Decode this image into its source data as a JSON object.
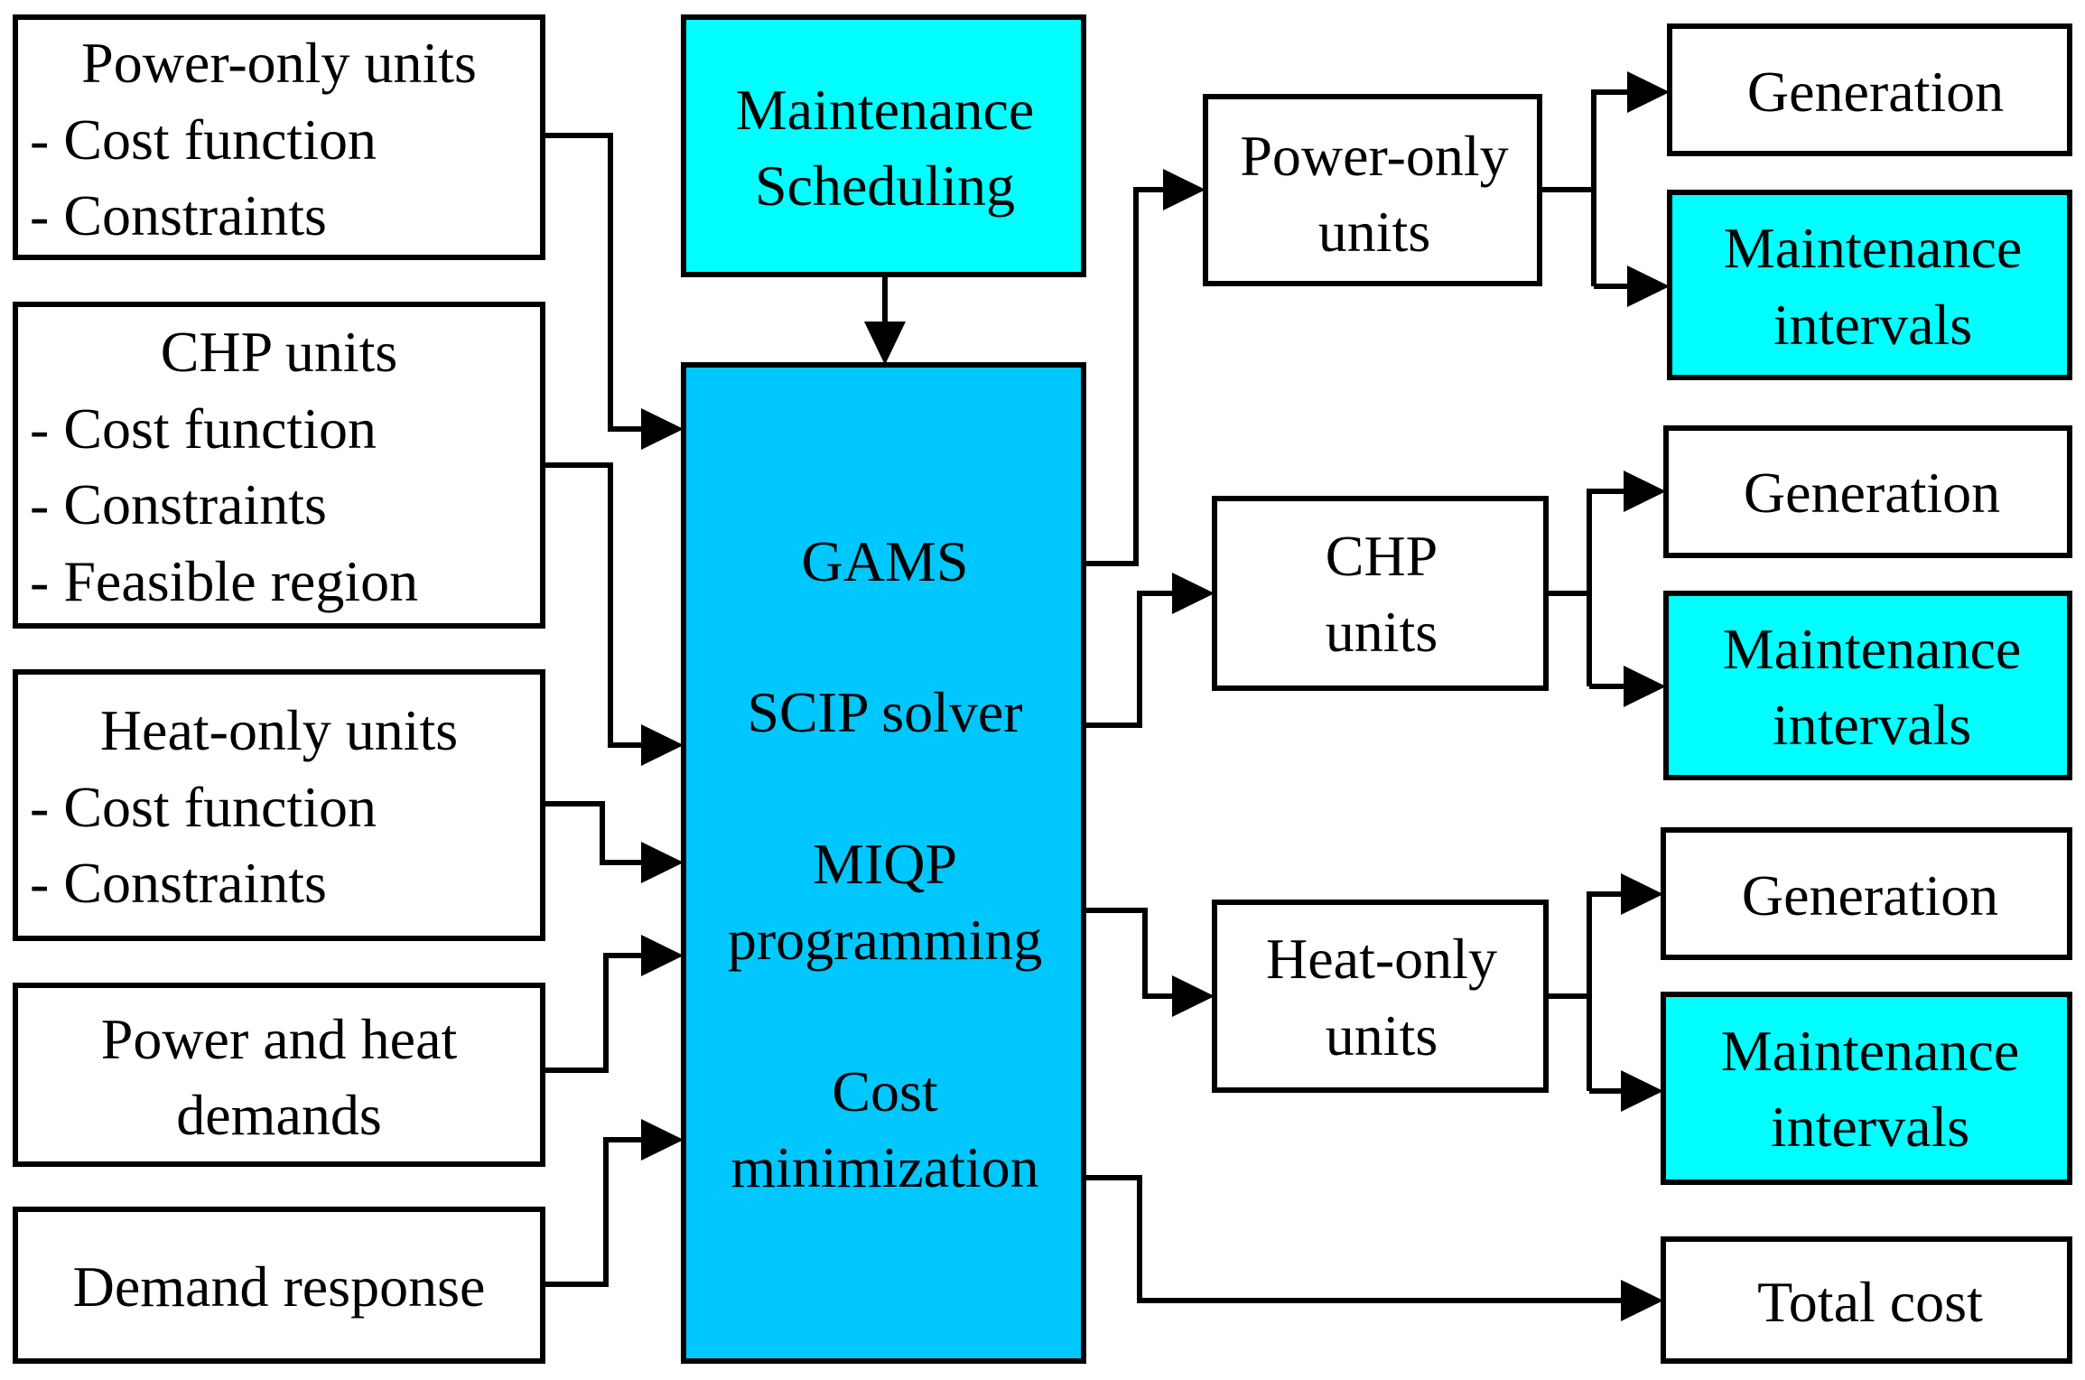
{
  "colors": {
    "outline": "#000000",
    "plain_fill": "#ffffff",
    "highlight_fill": "#00ffff",
    "core_fill": "#00c8ff"
  },
  "inputs": {
    "power_only": {
      "title": "Power-only units",
      "items": [
        "- Cost function",
        "- Constraints"
      ]
    },
    "chp": {
      "title": "CHP units",
      "items": [
        "- Cost function",
        "- Constraints",
        "- Feasible region"
      ]
    },
    "heat_only": {
      "title": "Heat-only units",
      "items": [
        "- Cost function",
        "- Constraints"
      ]
    },
    "demands": {
      "lines": [
        "Power and heat",
        "demands"
      ]
    },
    "demand_response": {
      "label": "Demand response"
    }
  },
  "scheduling": {
    "lines": [
      "Maintenance",
      "Scheduling"
    ]
  },
  "core": {
    "gams": "GAMS",
    "solver": "SCIP solver",
    "miqp": [
      "MIQP",
      "programming"
    ],
    "cost": [
      "Cost",
      "minimization"
    ]
  },
  "outputs": {
    "power_only": {
      "lines": [
        "Power-only",
        "units"
      ],
      "generation": "Generation",
      "maintenance": [
        "Maintenance",
        "intervals"
      ]
    },
    "chp": {
      "lines": [
        "CHP",
        "units"
      ],
      "generation": "Generation",
      "maintenance": [
        "Maintenance",
        "intervals"
      ]
    },
    "heat_only": {
      "lines": [
        "Heat-only",
        "units"
      ],
      "generation": "Generation",
      "maintenance": [
        "Maintenance",
        "intervals"
      ]
    },
    "total_cost": "Total cost"
  }
}
